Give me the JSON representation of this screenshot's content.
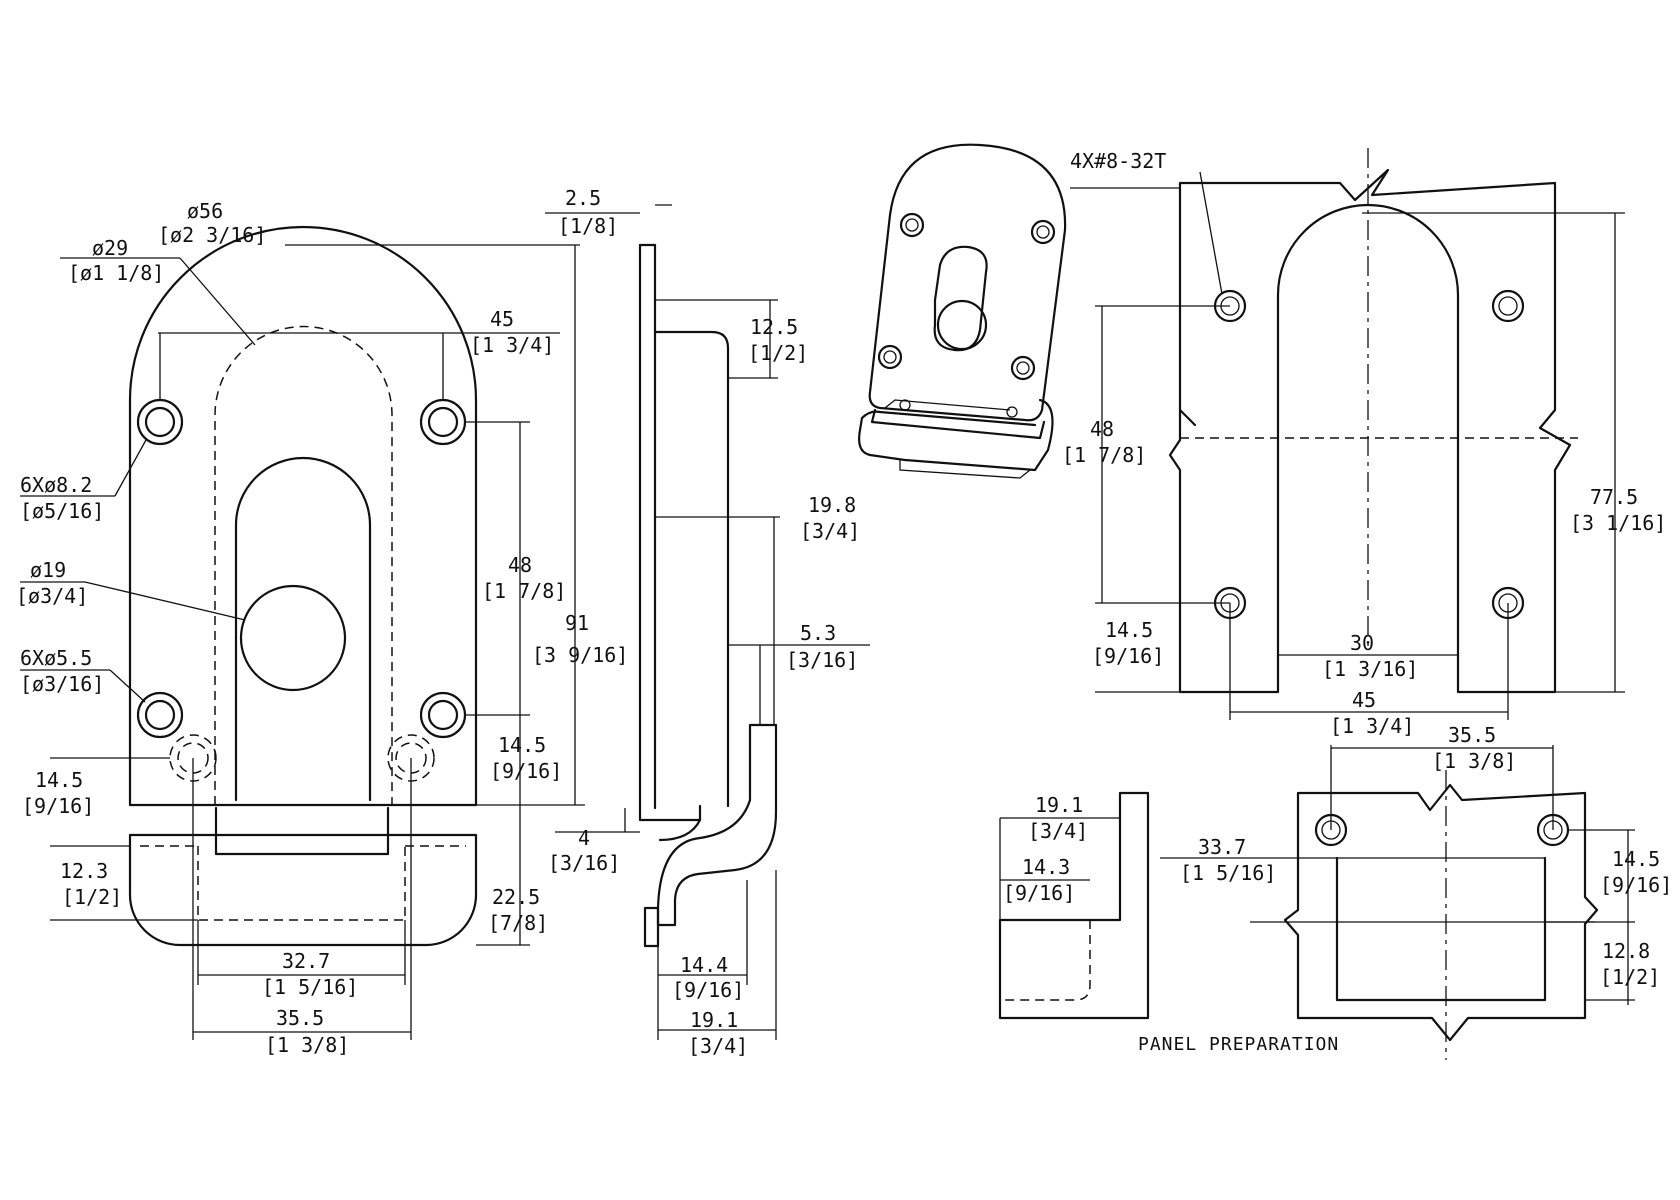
{
  "labels": {
    "d56": "ø56",
    "d56_in": "[ø2 3/16]",
    "d29": "ø29",
    "d29_in": "[ø1 1/8]",
    "w45": "45",
    "w45_in": "[1 3/4]",
    "h6x82": "6Xø8.2",
    "h6x82_in": "[ø5/16]",
    "d19": "ø19",
    "d19_in": "[ø3/4]",
    "h6x55": "6Xø5.5",
    "h6x55_in": "[ø3/16]",
    "h48": "48",
    "h48_in": "[1 7/8]",
    "h91": "91",
    "h91_in": "[3 9/16]",
    "h145r": "14.5",
    "h145r_in": "[9/16]",
    "h145l": "14.5",
    "h145l_in": "[9/16]",
    "h123": "12.3",
    "h123_in": "[1/2]",
    "h225": "22.5",
    "h225_in": "[7/8]",
    "w327": "32.7",
    "w327_in": "[1 5/16]",
    "w355": "35.5",
    "w355_in": "[1 3/8]",
    "s25": "2.5",
    "s25_in": "[1/8]",
    "s125": "12.5",
    "s125_in": "[1/2]",
    "s198": "19.8",
    "s198_in": "[3/4]",
    "s53": "5.3",
    "s53_in": "[3/16]",
    "s4": "4",
    "s4_in": "[3/16]",
    "s144": "14.4",
    "s144_in": "[9/16]",
    "s191": "19.1",
    "s191_in": "[3/4]",
    "p4x": "4X#8-32T",
    "p48": "48",
    "p48_in": "[1 7/8]",
    "p775": "77.5",
    "p775_in": "[3 1/16]",
    "p145": "14.5",
    "p145_in": "[9/16]",
    "p30": "30",
    "p30_in": "[1 3/16]",
    "p45": "45",
    "p45_in": "[1 3/4]",
    "q191": "19.1",
    "q191_in": "[3/4]",
    "q143": "14.3",
    "q143_in": "[9/16]",
    "q355": "35.5",
    "q355_in": "[1 3/8]",
    "q337": "33.7",
    "q337_in": "[1 5/16]",
    "q145": "14.5",
    "q145_in": "[9/16]",
    "q128": "12.8",
    "q128_in": "[1/2]",
    "panel": "PANEL PREPARATION"
  }
}
